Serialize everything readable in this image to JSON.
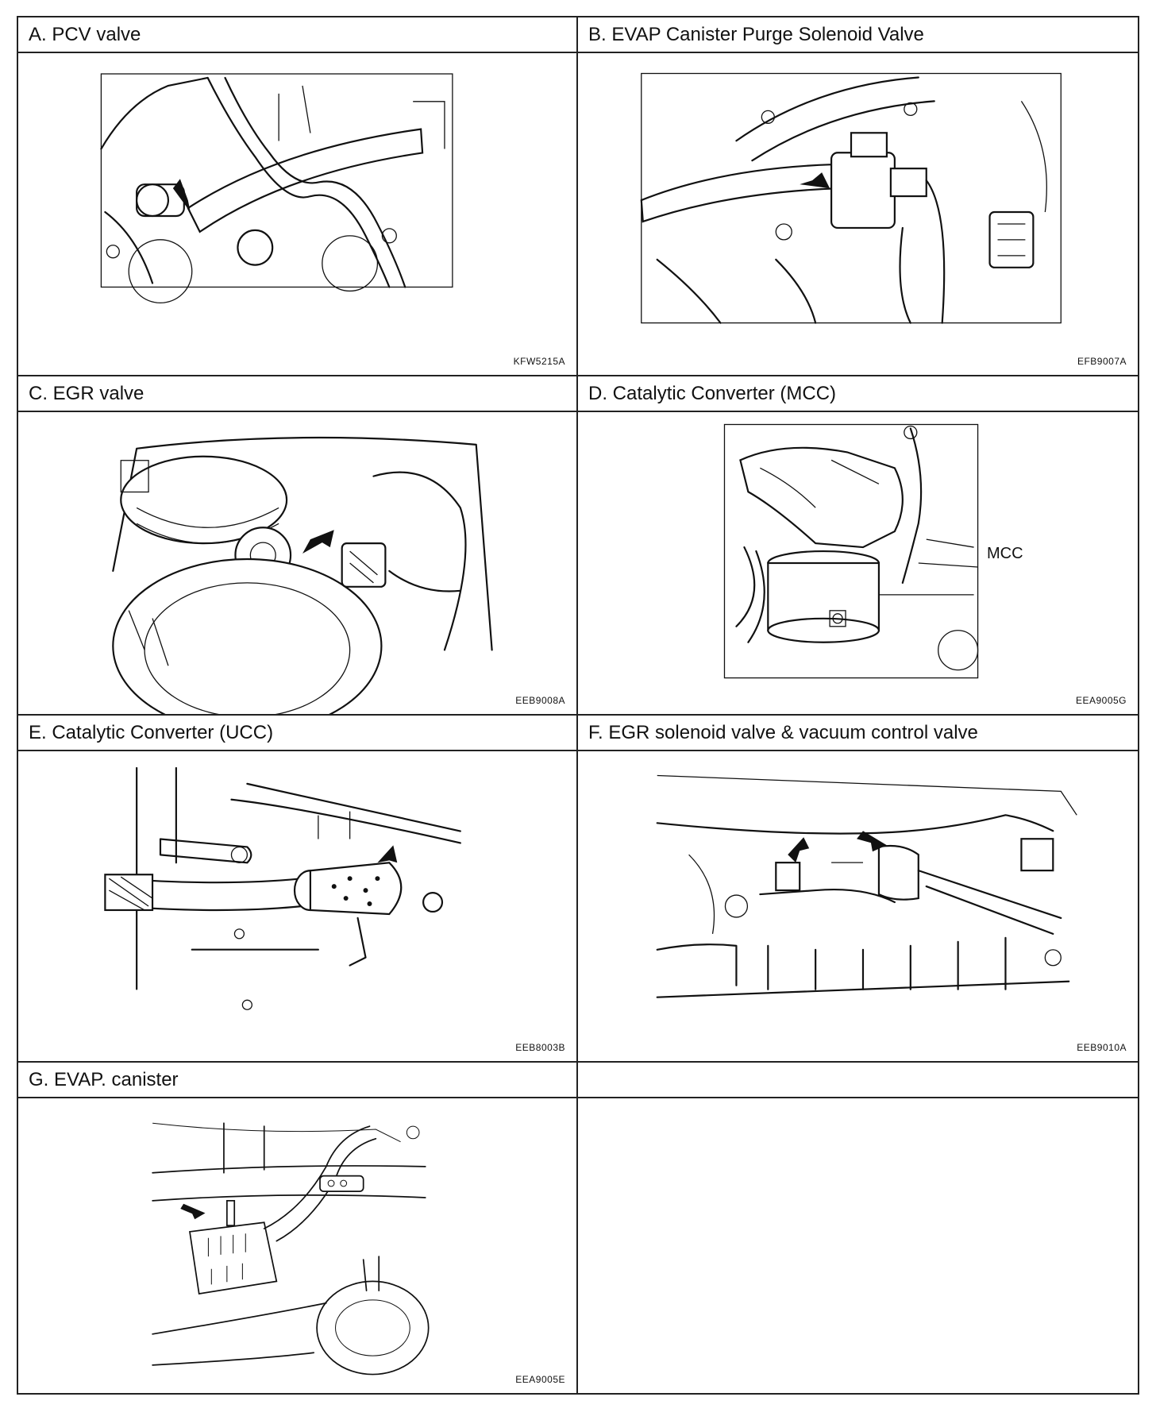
{
  "panels": [
    {
      "heading": "A. PCV valve",
      "code": "KFW5215A"
    },
    {
      "heading": "B. EVAP Canister Purge Solenoid Valve",
      "code": "EFB9007A"
    },
    {
      "heading": "C. EGR valve",
      "code": "EEB9008A"
    },
    {
      "heading": "D. Catalytic Converter (MCC)",
      "code": "EEA9005G",
      "callout": "MCC"
    },
    {
      "heading": "E. Catalytic Converter (UCC)",
      "code": "EEB8003B"
    },
    {
      "heading": "F. EGR solenoid valve & vacuum control valve",
      "code": "EEB9010A"
    },
    {
      "heading": "G. EVAP. canister",
      "code": "EEA9005E"
    },
    {
      "heading": "",
      "code": ""
    }
  ],
  "icons": {
    "arrow": "pointer-arrow-icon",
    "illustration": "engine-line-drawing"
  }
}
